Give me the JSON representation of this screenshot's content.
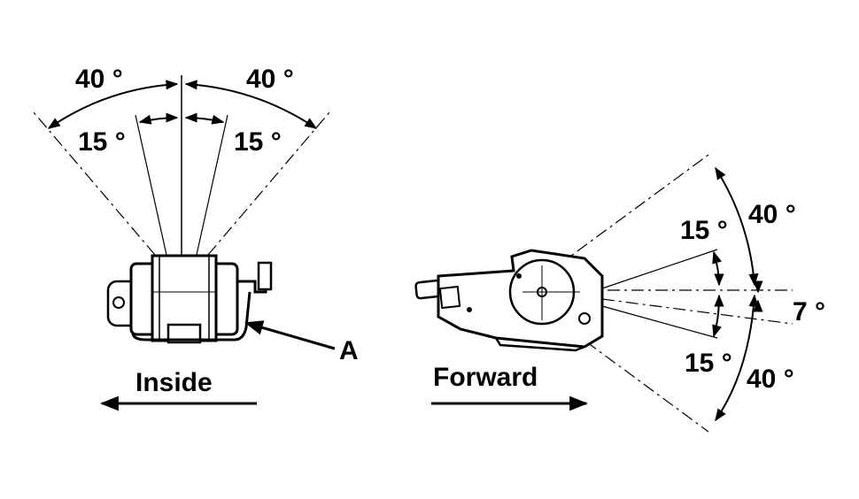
{
  "labels": {
    "left_outer_left": "40 °",
    "left_outer_right": "40 °",
    "left_inner_left": "15 °",
    "left_inner_right": "15 °",
    "callout_a": "A",
    "inside": "Inside",
    "forward": "Forward",
    "right_upper_outer": "40 °",
    "right_upper_inner": "15 °",
    "right_tilt": "7 °",
    "right_lower_inner": "15 °",
    "right_lower_outer": "40 °"
  }
}
